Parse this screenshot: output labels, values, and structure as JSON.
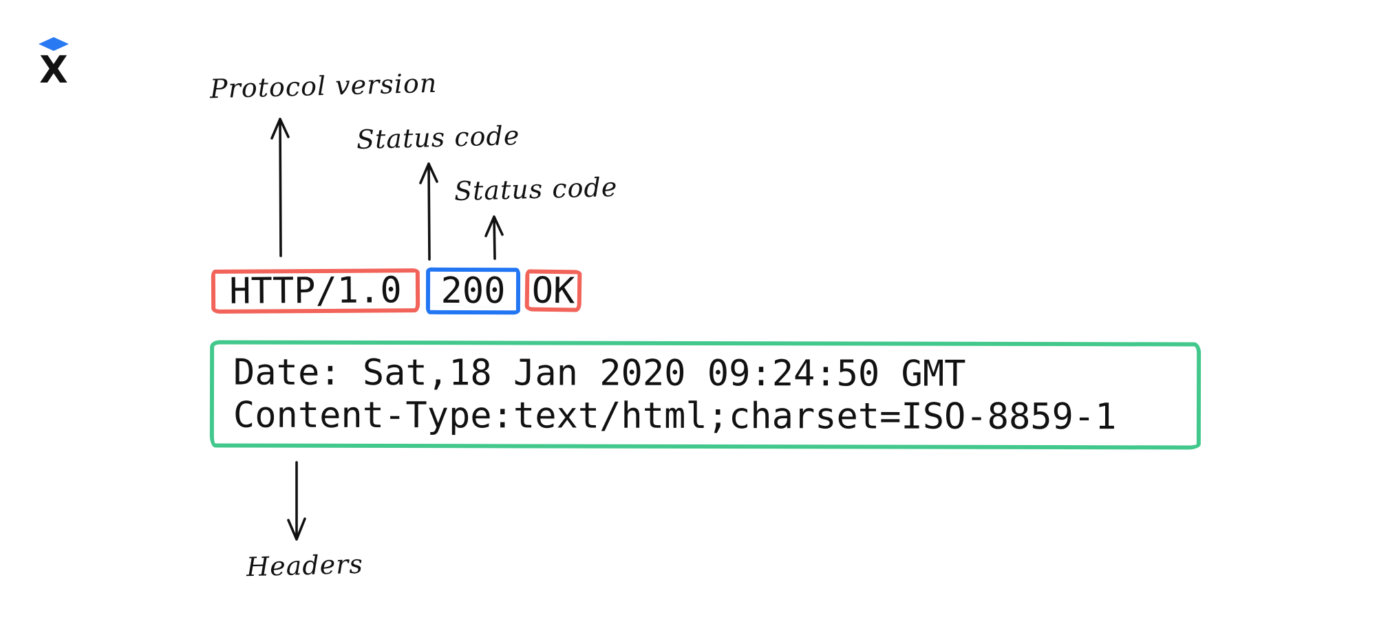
{
  "logo": {
    "name": "x-brand-logo",
    "letter": "X",
    "diamond_color": "#2979f2",
    "letter_color": "#111111"
  },
  "annotations": {
    "protocol_version": "Protocol version",
    "status_code_1": "Status code",
    "status_code_2": "Status code",
    "headers": "Headers"
  },
  "status_line": {
    "protocol": "HTTP/1.0",
    "status_code": "200",
    "reason_phrase": "OK"
  },
  "response_headers": {
    "line1": "Date: Sat,18 Jan 2020 09:24:50 GMT",
    "line2": "Content-Type:text/html;charset=ISO-8859-1"
  },
  "colors": {
    "protocol_box_border": "#f2635a",
    "status_box_border": "#2276f3",
    "reason_box_border": "#f2635a",
    "headers_box_border": "#42c88c",
    "ink": "#111111",
    "background": "#ffffff"
  }
}
